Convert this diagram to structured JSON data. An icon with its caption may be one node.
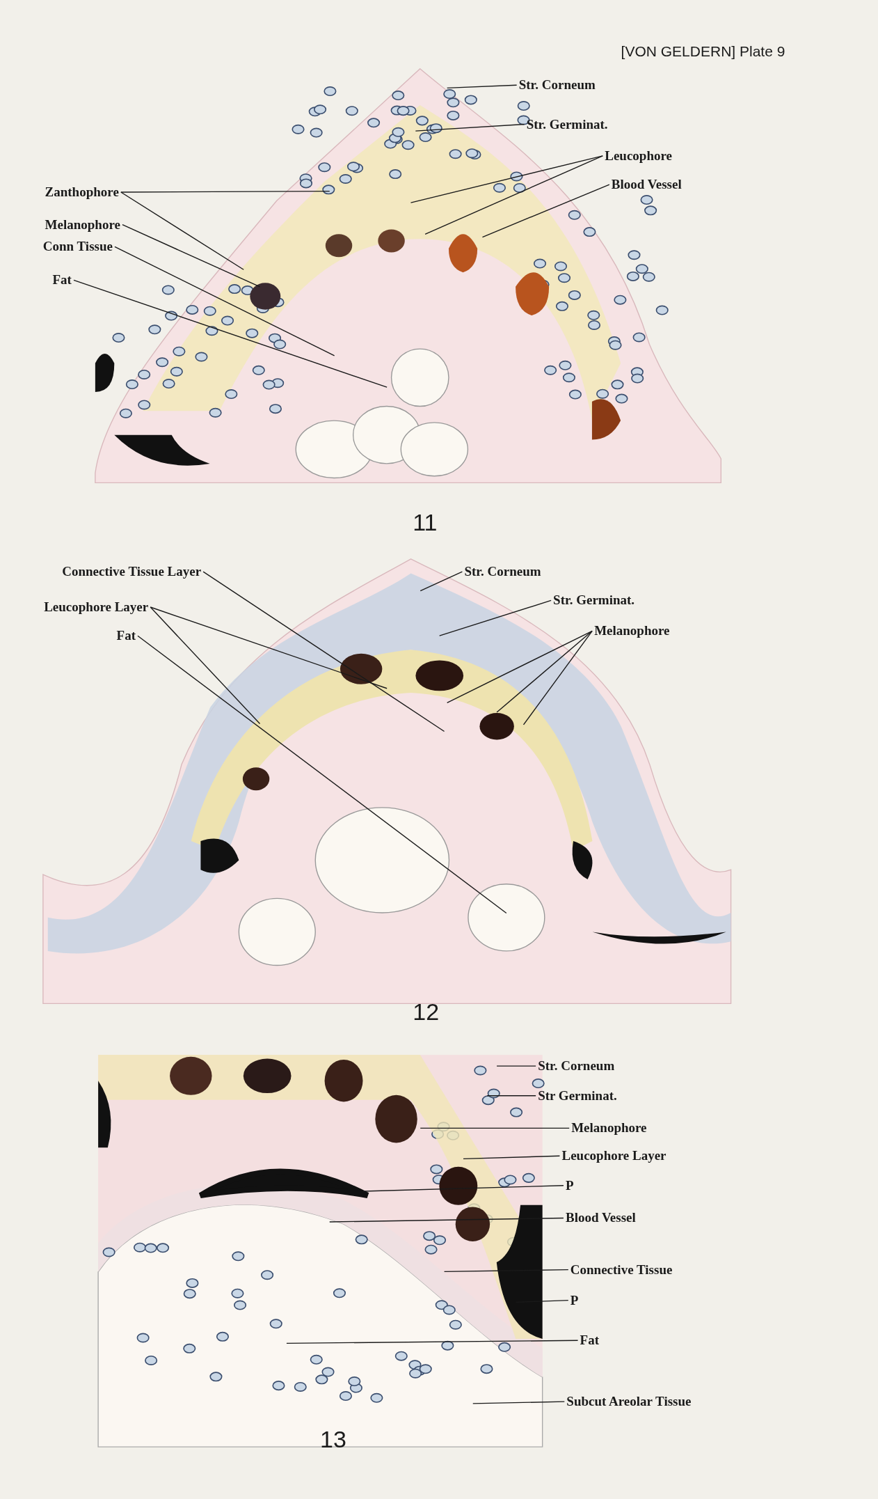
{
  "diagram": {
    "nodes": [
      {
        "text": [
          "Str. Corneum"
        ]
      },
      {
        "text": [
          "Str. Germinat."
        ]
      },
      {
        "text": [
          "Leucophore"
        ]
      },
      {
        "text": [
          "Blood Vessel"
        ]
      },
      {
        "text": [
          "Zanthophore"
        ]
      },
      {
        "text": [
          "Melanophore"
        ]
      },
      {
        "text": [
          "Conn Tissue"
        ]
      },
      {
        "text": [
          "Fat"
        ]
      },
      {
        "text": [
          "Connective Tissue Layer"
        ]
      },
      {
        "text": [
          "Str. Corneum"
        ]
      },
      {
        "text": [
          "Str. Germinat."
        ]
      },
      {
        "text": [
          "Leucophore Layer"
        ]
      },
      {
        "text": [
          "Fat"
        ]
      },
      {
        "text": [
          "Melanophore"
        ]
      },
      {
        "text": [
          "Str. Corneum"
        ]
      },
      {
        "text": [
          "Str Germinat."
        ]
      },
      {
        "text": [
          "Melanophore"
        ]
      },
      {
        "text": [
          "Leucophore Layer"
        ]
      },
      {
        "text": [
          "P"
        ]
      },
      {
        "text": [
          "Blood Vessel"
        ]
      },
      {
        "text": [
          "Connective Tissue"
        ]
      },
      {
        "text": [
          "P"
        ]
      },
      {
        "text": [
          "Fat"
        ]
      },
      {
        "text": [
          "Subcut Areolar Tissue"
        ]
      }
    ],
    "edges": [
      {
        "from": 0,
        "to": null,
        "arrow": "none"
      },
      {
        "from": 1,
        "to": null,
        "arrow": "none"
      },
      {
        "from": 2,
        "to": null,
        "arrow": "none"
      },
      {
        "from": 2,
        "to": null,
        "arrow": "none"
      },
      {
        "from": 3,
        "to": null,
        "arrow": "none"
      },
      {
        "from": 4,
        "to": null,
        "arrow": "none"
      },
      {
        "from": 4,
        "to": null,
        "arrow": "none"
      },
      {
        "from": 5,
        "to": null,
        "arrow": "none"
      },
      {
        "from": 6,
        "to": null,
        "arrow": "none"
      },
      {
        "from": 7,
        "to": null,
        "arrow": "none"
      },
      {
        "from": 8,
        "to": null,
        "arrow": "none"
      },
      {
        "from": 9,
        "to": null,
        "arrow": "none"
      },
      {
        "from": 10,
        "to": null,
        "arrow": "none"
      },
      {
        "from": 11,
        "to": null,
        "arrow": "none"
      },
      {
        "from": 11,
        "to": null,
        "arrow": "none"
      },
      {
        "from": 12,
        "to": null,
        "arrow": "none"
      },
      {
        "from": 13,
        "to": null,
        "arrow": "none"
      },
      {
        "from": 13,
        "to": null,
        "arrow": "none"
      },
      {
        "from": 13,
        "to": null,
        "arrow": "none"
      },
      {
        "from": 14,
        "to": null,
        "arrow": "none"
      },
      {
        "from": 15,
        "to": null,
        "arrow": "none"
      },
      {
        "from": 16,
        "to": null,
        "arrow": "none"
      },
      {
        "from": 17,
        "to": null,
        "arrow": "none"
      },
      {
        "from": 18,
        "to": null,
        "arrow": "none"
      },
      {
        "from": 19,
        "to": null,
        "arrow": "none"
      },
      {
        "from": 20,
        "to": null,
        "arrow": "none"
      },
      {
        "from": 21,
        "to": null,
        "arrow": "none"
      },
      {
        "from": 22,
        "to": null,
        "arrow": "none"
      },
      {
        "from": 23,
        "to": null,
        "arrow": "none"
      }
    ],
    "labels": [
      "[VON GELDERN] Plate 9",
      "11",
      "12",
      "13"
    ]
  }
}
